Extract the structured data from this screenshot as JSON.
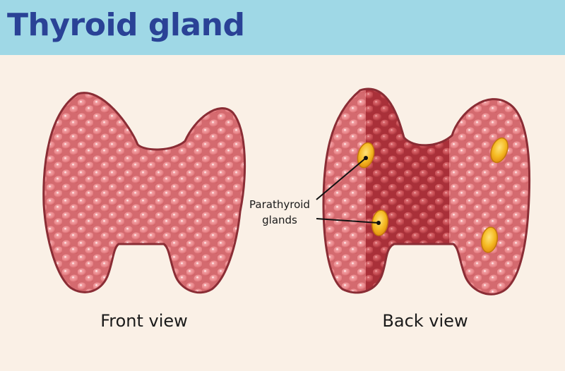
{
  "header": {
    "title": "Thyroid gland"
  },
  "views": [
    {
      "caption": "Front view"
    },
    {
      "caption": "Back view"
    }
  ],
  "callout": {
    "line1": "Parathyroid",
    "line2": "glands"
  },
  "colors": {
    "header_bg": "#9fd8e6",
    "title": "#2a4296",
    "page_bg": "#faf0e6",
    "gland_outline": "#8a2d35",
    "gland_fill": "#d46a6f",
    "gland_dark": "#b8383f",
    "cell": "#e8868a",
    "parathyroid": "#f3b31c"
  }
}
